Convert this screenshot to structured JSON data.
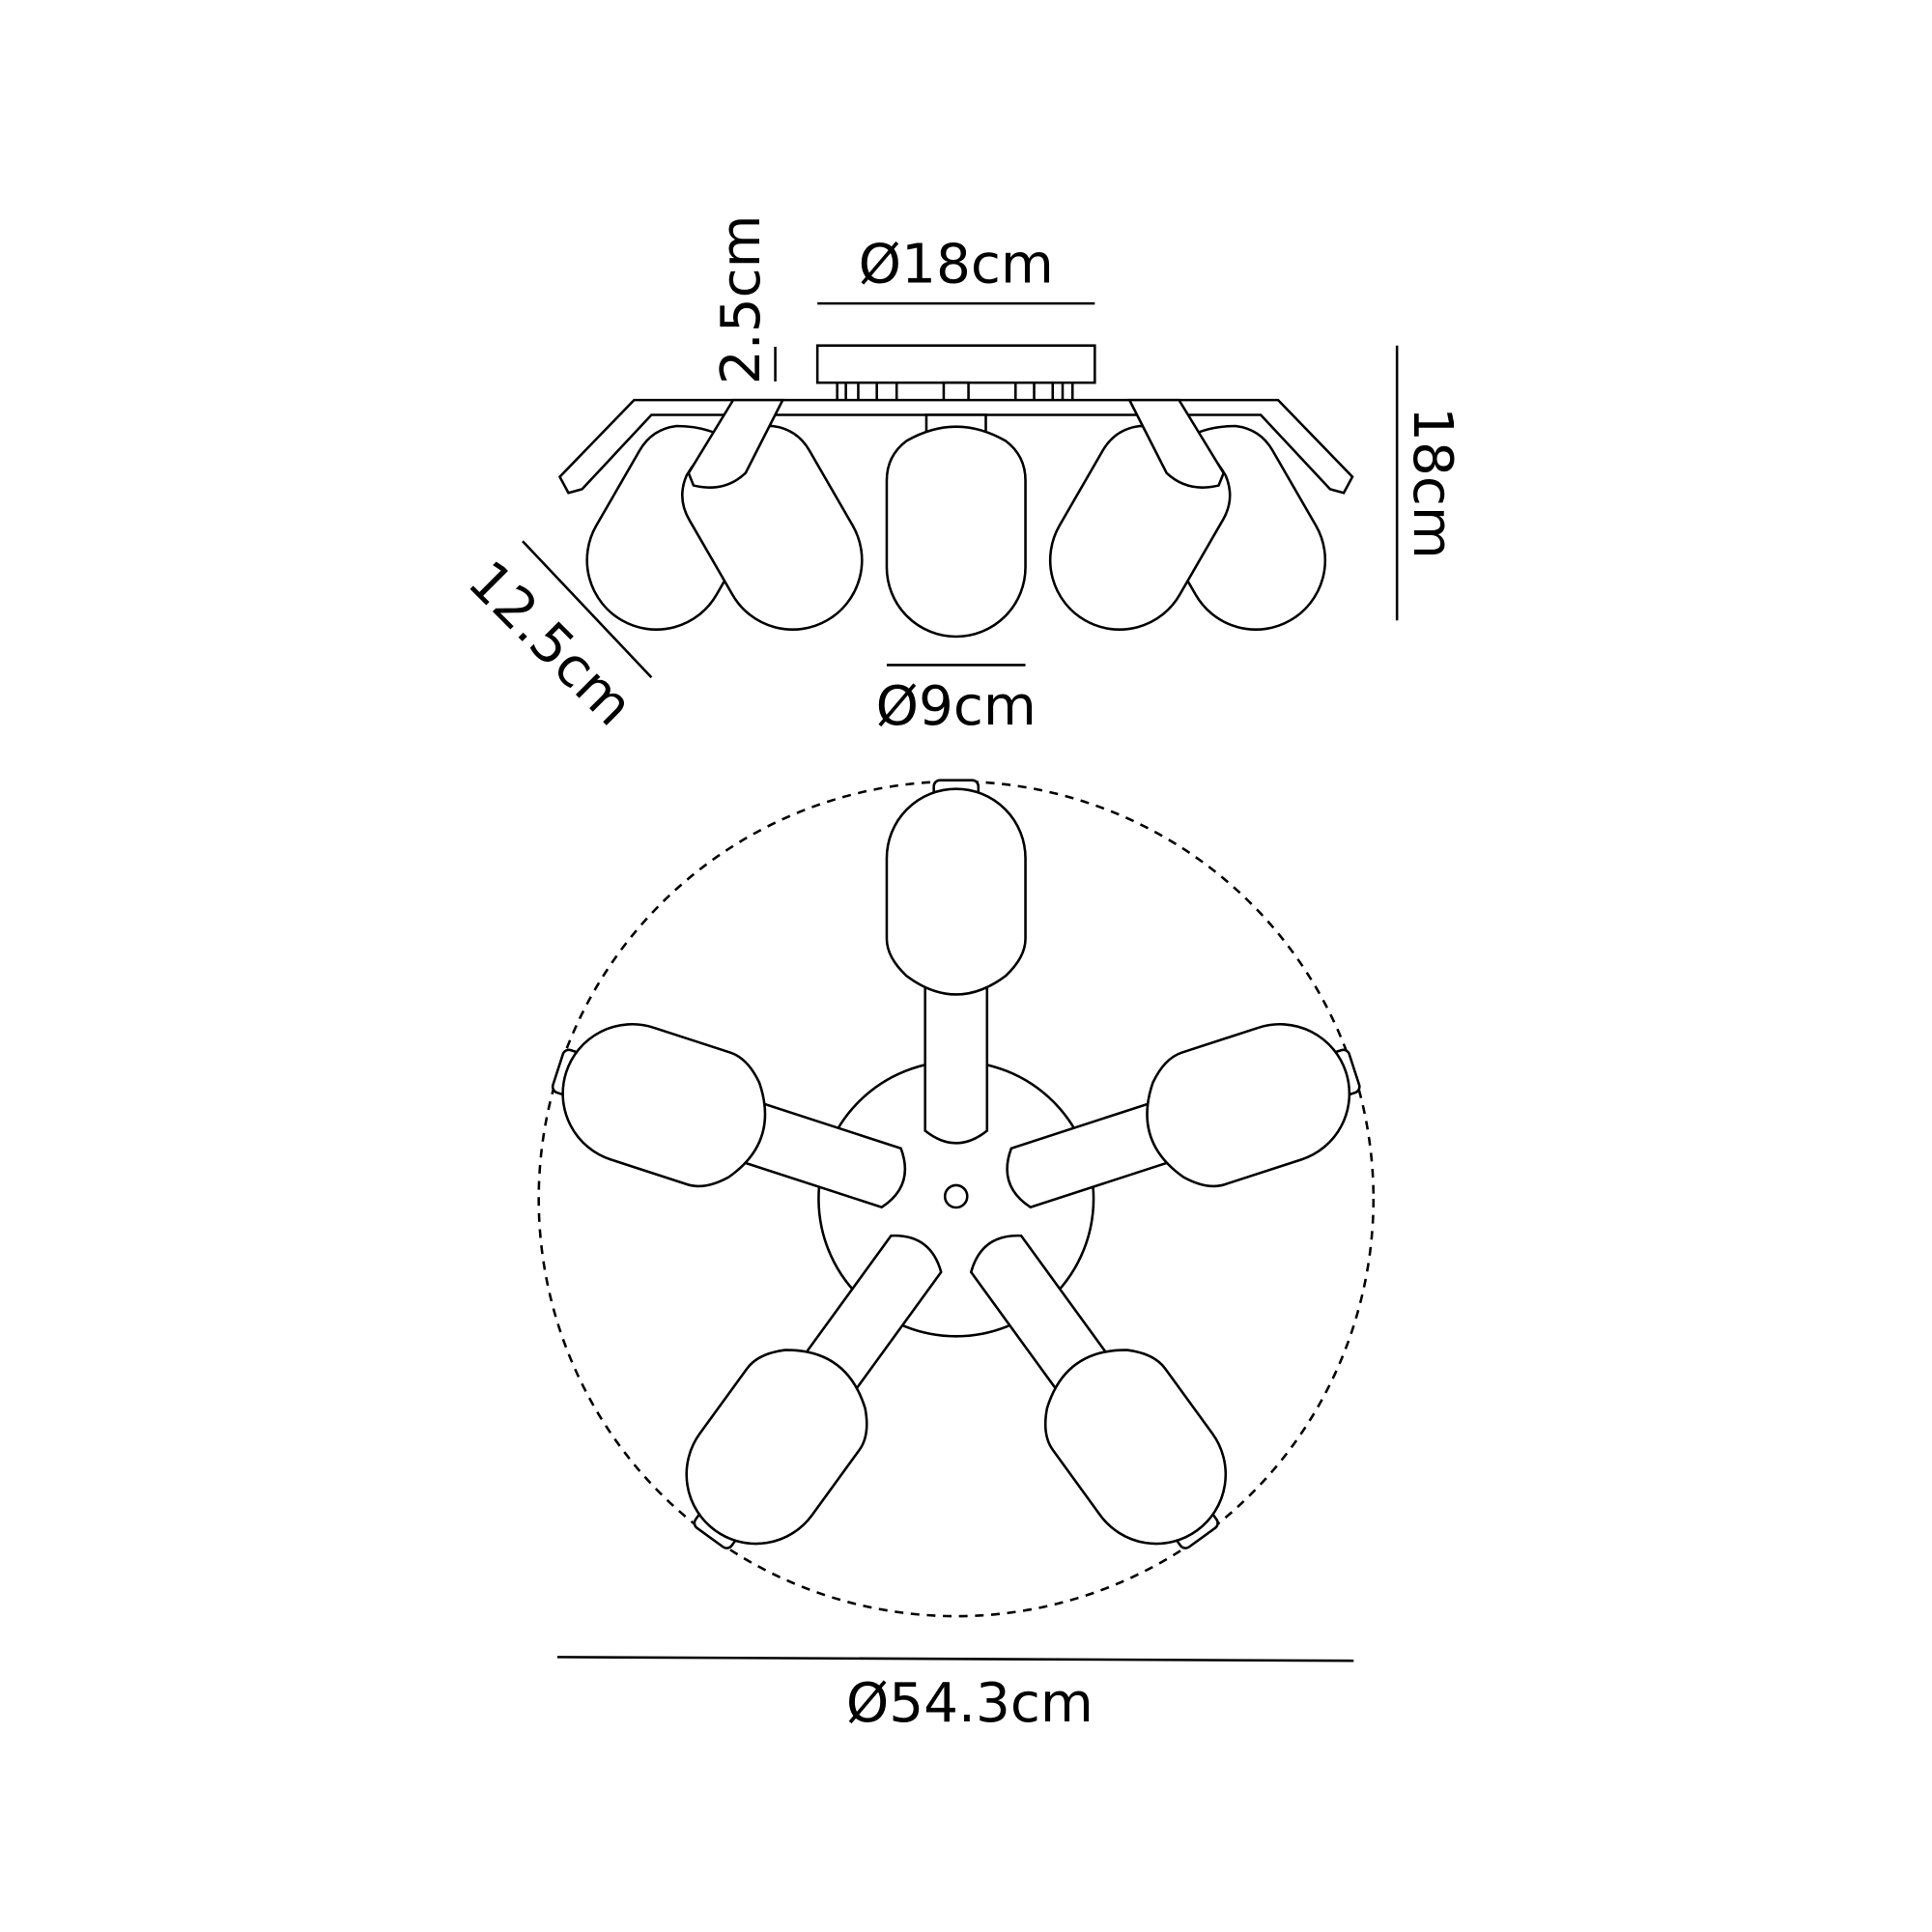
{
  "title": "Ceiling light 5-light dimension drawing",
  "dimensions": {
    "canopy_diameter": "Ø18cm",
    "canopy_height": "2.5cm",
    "total_height": "18cm",
    "depth": "12.5cm",
    "shade_diameter": "Ø9cm",
    "overall_diameter": "Ø54.3cm"
  },
  "colors": {
    "line": "#000000",
    "background": "#ffffff"
  }
}
